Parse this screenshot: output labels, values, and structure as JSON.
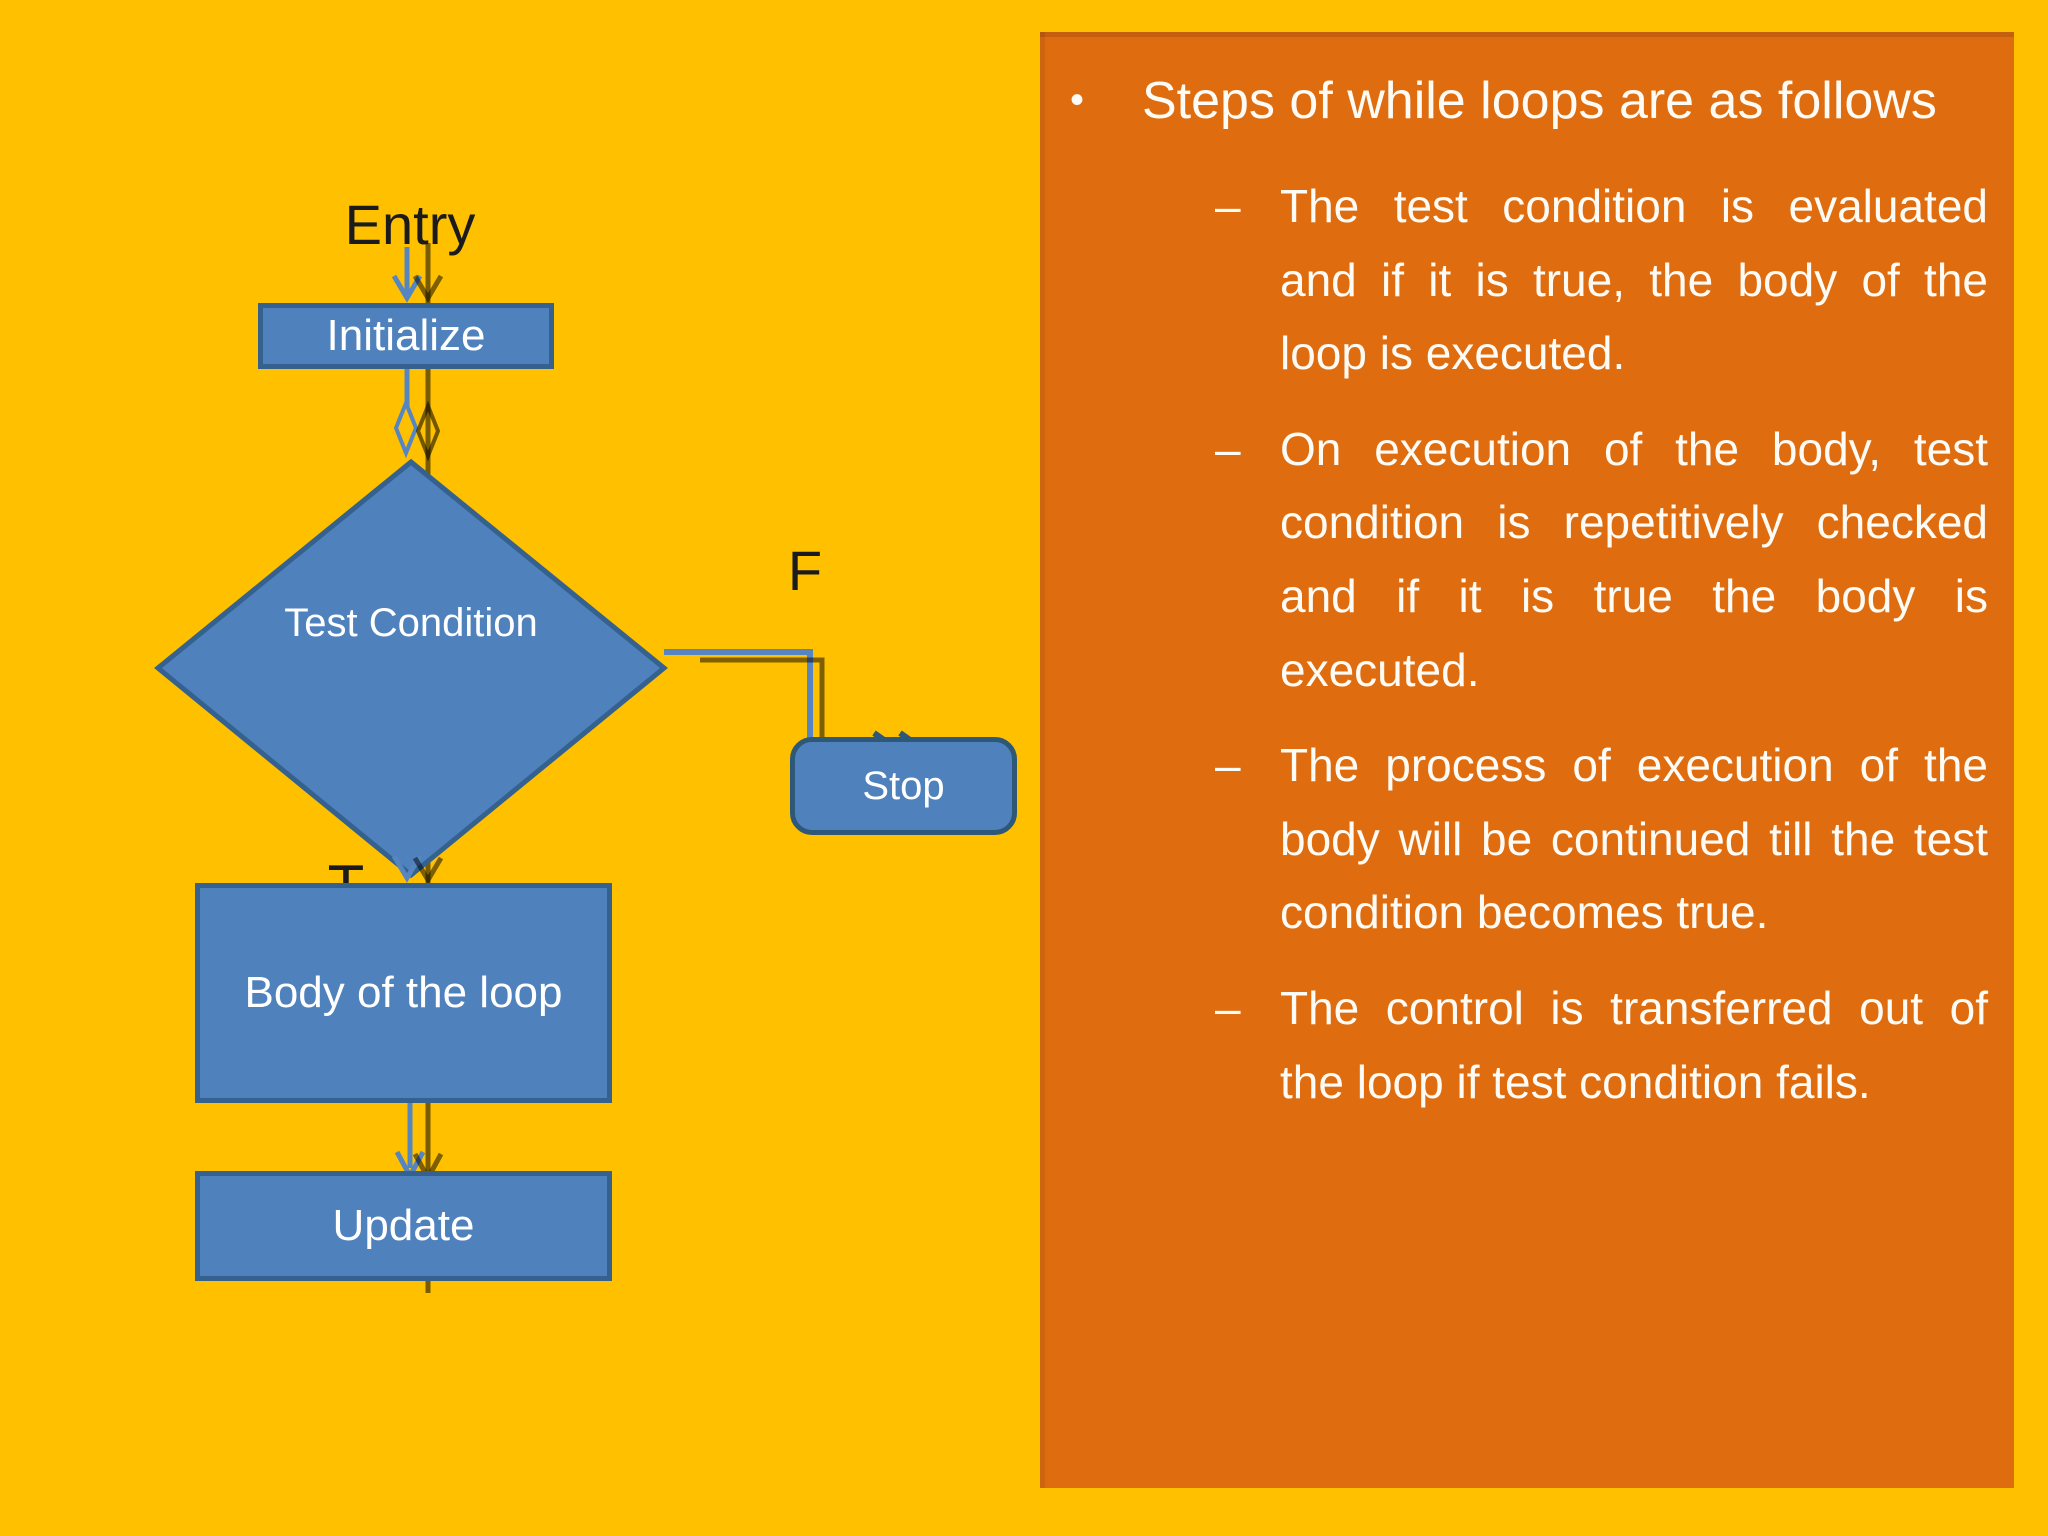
{
  "slide": {
    "background_color": "#FFC000",
    "panel_color": "#DF6D10",
    "shape_fill_color": "#4F81BD",
    "shape_border_color": "#35618E",
    "connector_blue_color": "#5586C2"
  },
  "flowchart": {
    "entry_label": "Entry",
    "initialize_label": "Initialize",
    "condition_label": "Test Condition",
    "false_label": "F",
    "true_label": "T",
    "stop_label": "Stop",
    "body_label": "Body of the loop",
    "update_label": "Update"
  },
  "panel": {
    "bullet_glyph": "•",
    "dash_glyph": "–",
    "bullet": "Steps of while loops are as follows",
    "sub_bullets": [
      "The test condition is evaluated and if it is true, the body of the loop is executed.",
      "On execution of the body, test condition is repetitively checked and if it is true the body is executed.",
      "The process of execution of the body will be continued till the test condition becomes true.",
      "The control is transferred out of the loop if test condition fails."
    ]
  }
}
